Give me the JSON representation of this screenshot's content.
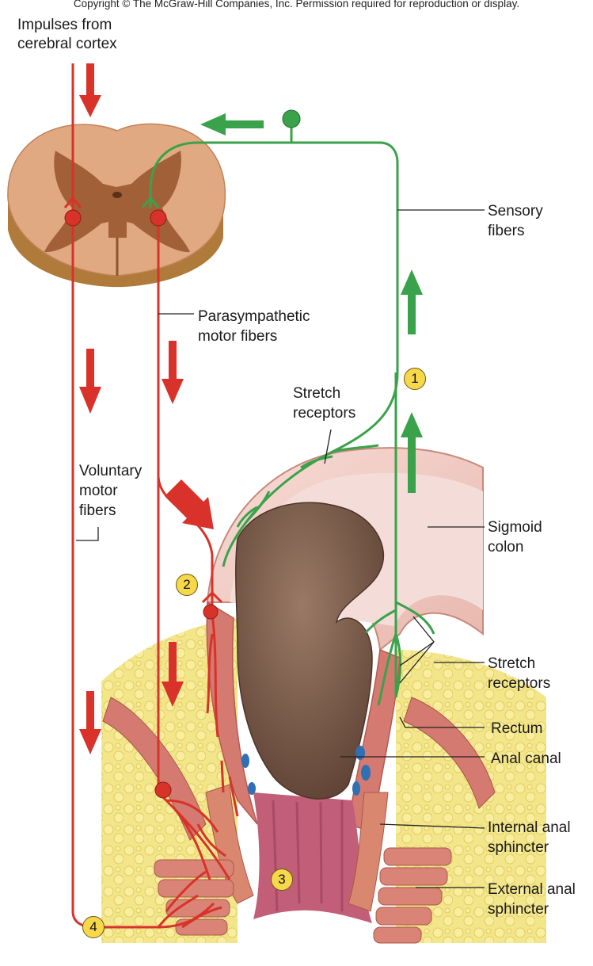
{
  "copyright": "Copyright © The McGraw-Hill Companies, Inc. Permission required for reproduction or display.",
  "labels": {
    "impulses": "Impulses from\ncerebral cortex",
    "sensory": "Sensory\nfibers",
    "parasympathetic": "Parasympathetic\nmotor fibers",
    "stretch_top": "Stretch\nreceptors",
    "voluntary": "Voluntary\nmotor\nfibers",
    "sigmoid": "Sigmoid\ncolon",
    "stretch_right": "Stretch\nreceptors",
    "rectum": "Rectum",
    "anal_canal": "Anal canal",
    "internal": "Internal anal\nsphincter",
    "external": "External anal\nsphincter"
  },
  "steps": [
    "1",
    "2",
    "3",
    "4"
  ],
  "colors": {
    "motor": "#d8322a",
    "sensory": "#3aa24a",
    "badge": "#f6d84a",
    "feces": "#7a5a48",
    "fat": "#f2e27c",
    "muscle": "#d98a80",
    "cord": "#d9a074"
  }
}
